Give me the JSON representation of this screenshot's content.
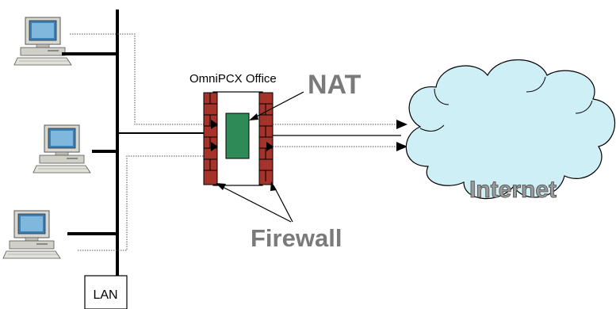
{
  "labels": {
    "device": "OmniPCX Office",
    "nat": "NAT",
    "firewall": "Firewall",
    "internet": "Internet",
    "lan": "LAN"
  },
  "icons": [
    "desktop-computer-icon",
    "desktop-computer-icon",
    "desktop-computer-icon",
    "cloud-icon",
    "brick-wall-icon"
  ],
  "colors": {
    "wall": "#a5332a",
    "nat_box": "#2e8b57",
    "cloud": "#cdeff5",
    "label_gray": "#7a7a7a"
  }
}
